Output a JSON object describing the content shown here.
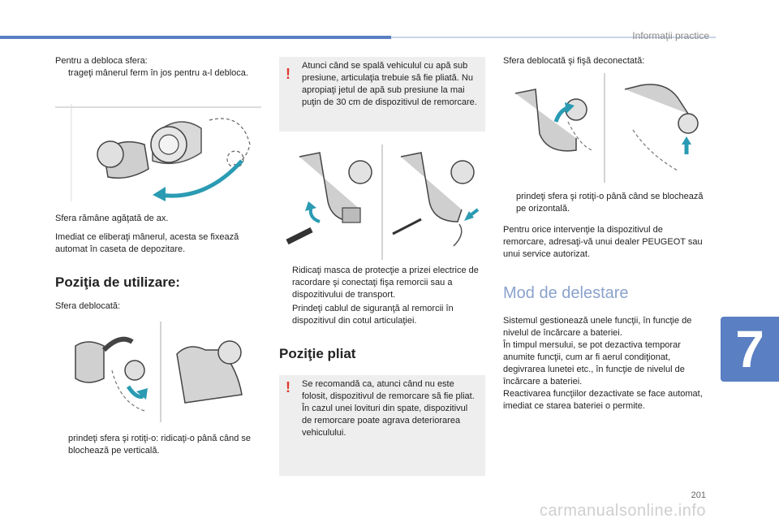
{
  "header": {
    "title": "Informaţii practice"
  },
  "chapter": "7",
  "page_number": "201",
  "watermark": "carmanualsonline.info",
  "col1": {
    "intro": "Pentru a debloca sfera:",
    "bullet1": "trageţi mânerul ferm în jos pentru a-l debloca.",
    "p1": "Sfera rămâne agăţată de ax.",
    "p2": "Imediat ce eliberaţi mânerul, acesta se fixează automat în caseta de depozitare.",
    "heading": "Poziţia de utilizare:",
    "p3": "Sfera deblocată:",
    "bullet2": "prindeţi sfera şi rotiţi-o: ridicaţi-o până când se blochează pe verticală."
  },
  "col2": {
    "warning1": "Atunci când se spală vehiculul cu apă sub presiune, articulaţia trebuie să fie pliată. Nu apropiaţi jetul de apă sub presiune la mai puţin de 30 cm de dispozitivul de remorcare.",
    "bullet1": "Ridicaţi masca de protecţie a prizei electrice de racordare şi conectaţi fişa remorcii sau a dispozitivului de transport.",
    "bullet2": "Prindeţi cablul de siguranţă al remorcii în dispozitivul din cotul articulaţiei.",
    "heading": "Poziţie pliat",
    "warning2a": "Se recomandă ca, atunci când nu este folosit, dispozitivul de remorcare să fie pliat.",
    "warning2b": "În cazul unei lovituri din spate, dispozitivul de remorcare poate agrava deteriorarea vehiculului."
  },
  "col3": {
    "p1": "Sfera deblocată şi fişă deconectată:",
    "bullet1": "prindeţi sfera şi rotiţi-o până când se blochează pe orizontală.",
    "p2": "Pentru orice intervenţie la dispozitivul de remorcare, adresaţi-vă unui dealer PEUGEOT sau unui service autorizat.",
    "heading": "Mod de delestare",
    "p3a": "Sistemul gestionează unele funcţii, în funcţie de nivelul de încărcare a bateriei.",
    "p3b": "În timpul mersului, se pot dezactiva temporar anumite funcţii, cum ar fi aerul condiţionat, degivrarea lunetei etc., în funcţie de nivelul de încărcare a bateriei.",
    "p3c": "Reactivarea funcţiilor dezactivate se face automat, imediat ce starea bateriei o permite."
  },
  "bullet_marker": "",
  "warning_marker": "!",
  "colors": {
    "accent": "#5a7fc2",
    "arrow": "#2a9bb3",
    "warning": "#e0382f",
    "heading_light": "#8aa2cc"
  }
}
